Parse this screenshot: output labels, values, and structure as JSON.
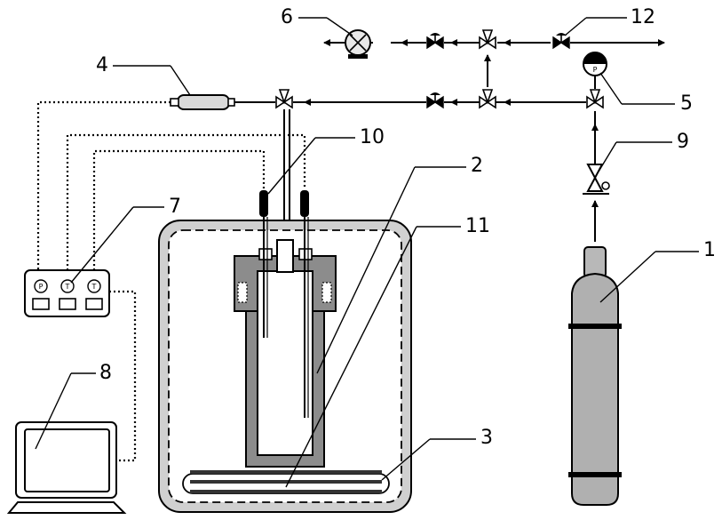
{
  "labels": {
    "l1": "1",
    "l2": "2",
    "l3": "3",
    "l4": "4",
    "l5": "5",
    "l6": "6",
    "l7": "7",
    "l8": "8",
    "l9": "9",
    "l10": "10",
    "l11": "11",
    "l12": "12"
  },
  "gauge_letter": "P",
  "panel_dials": [
    "P",
    "T",
    "T"
  ]
}
